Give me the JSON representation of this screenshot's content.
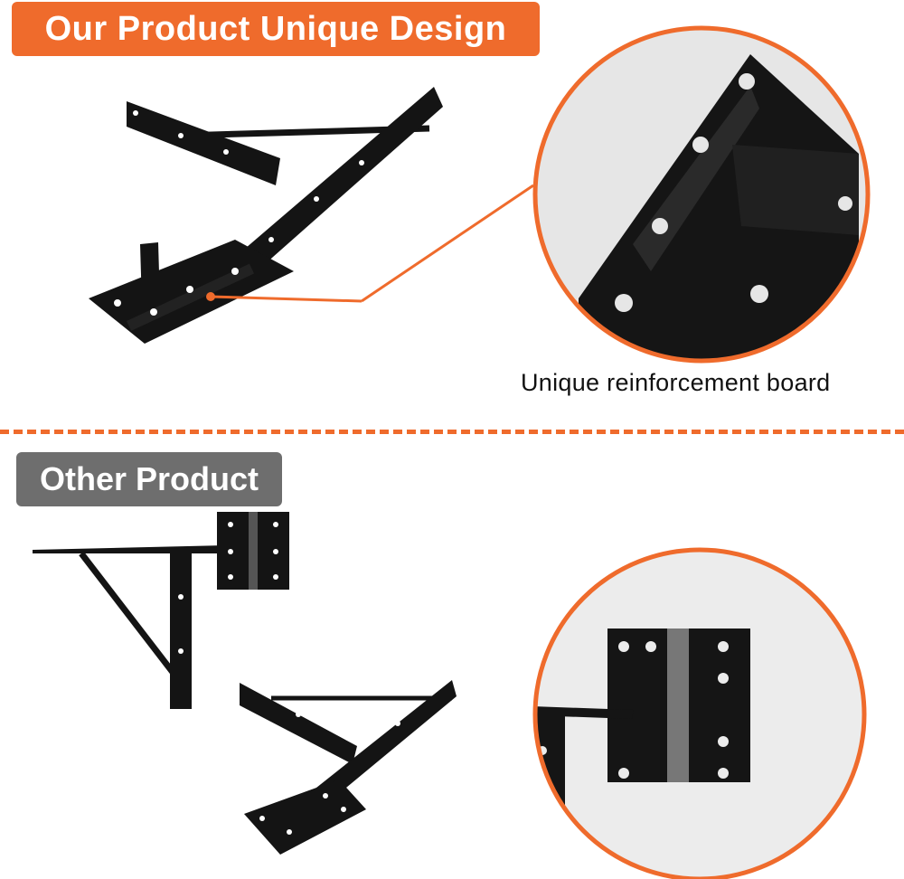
{
  "headings": {
    "our_product": "Our Product Unique Design",
    "other_product": "Other Product"
  },
  "captions": {
    "reinforcement": "Unique reinforcement board"
  },
  "colors": {
    "accent_orange": "#ef6b2c",
    "gray_banner": "#6e6e6e",
    "product_black": "#141414"
  },
  "images": {
    "our_bracket": "black-shelf-bracket-with-reinforcement",
    "our_closeup": "reinforcement-board-closeup",
    "other_bracket_a": "black-bracket-with-hinge",
    "other_bracket_b": "black-bracket-angled",
    "other_closeup": "hinge-closeup"
  }
}
